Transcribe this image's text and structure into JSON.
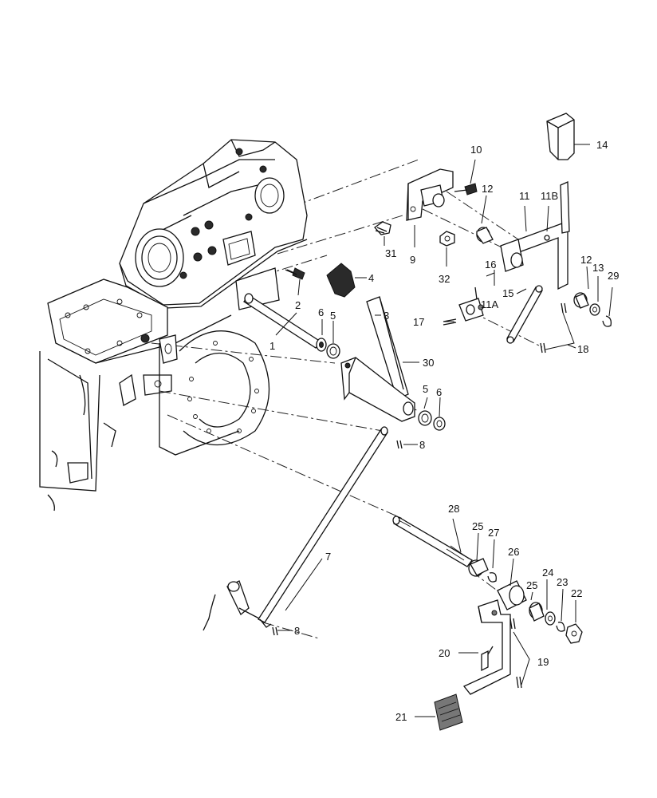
{
  "labels": {
    "p1": "1",
    "p2": "2",
    "p3": "3",
    "p4": "4",
    "p5a": "5",
    "p5b": "5",
    "p6a": "6",
    "p6b": "6",
    "p7": "7",
    "p8a": "8",
    "p8b": "8",
    "p9": "9",
    "p10": "10",
    "p11": "11",
    "p11A": "11A",
    "p11B": "11B",
    "p12a": "12",
    "p12b": "12",
    "p13": "13",
    "p14": "14",
    "p15": "15",
    "p16": "16",
    "p17": "17",
    "p18": "18",
    "p19": "19",
    "p20": "20",
    "p21": "21",
    "p22": "22",
    "p23": "23",
    "p24": "24",
    "p25a": "25",
    "p25b": "25",
    "p26": "26",
    "p27": "27",
    "p28": "28",
    "p29": "29",
    "p30": "30",
    "p31": "31",
    "p32": "32"
  }
}
